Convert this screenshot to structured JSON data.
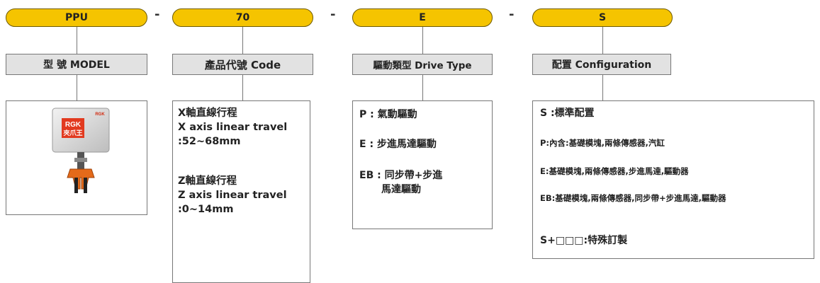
{
  "pills": [
    {
      "name": "pill-model",
      "text": "PPU"
    },
    {
      "name": "pill-code",
      "text": "70"
    },
    {
      "name": "pill-drive",
      "text": "E"
    },
    {
      "name": "pill-config",
      "text": "S"
    }
  ],
  "separator": "-",
  "labels": {
    "model": "型 號 MODEL",
    "code": "產品代號  Code",
    "drive": "驅動類型 Drive Type",
    "config": "配置 Configuration"
  },
  "product_image": {
    "brand": "RGK",
    "brand_cn": "夾爪王",
    "badge": "RGK"
  },
  "code_box": {
    "x_title": "X軸直線行程",
    "x_en": "X axis linear travel",
    "x_range": ":52~68mm",
    "z_title": "Z軸直線行程",
    "z_en": "Z axis linear travel",
    "z_range": ":0~14mm"
  },
  "drive_box": {
    "p": "P : 氣動驅動",
    "e": "E : 步進馬達驅動",
    "eb_line1": "EB : 同步帶+步進",
    "eb_line2": "馬達驅動"
  },
  "config_box": {
    "s": "S :標準配置",
    "p": "P:內含:基礎模塊,兩條傳感器,汽缸",
    "e": "E:基礎模塊,兩條傳感器,步進馬達,驅動器",
    "eb": "EB:基礎模塊,兩條傳感器,同步帶+步進馬達,驅動器",
    "custom": "S+□□□:特殊訂製"
  }
}
